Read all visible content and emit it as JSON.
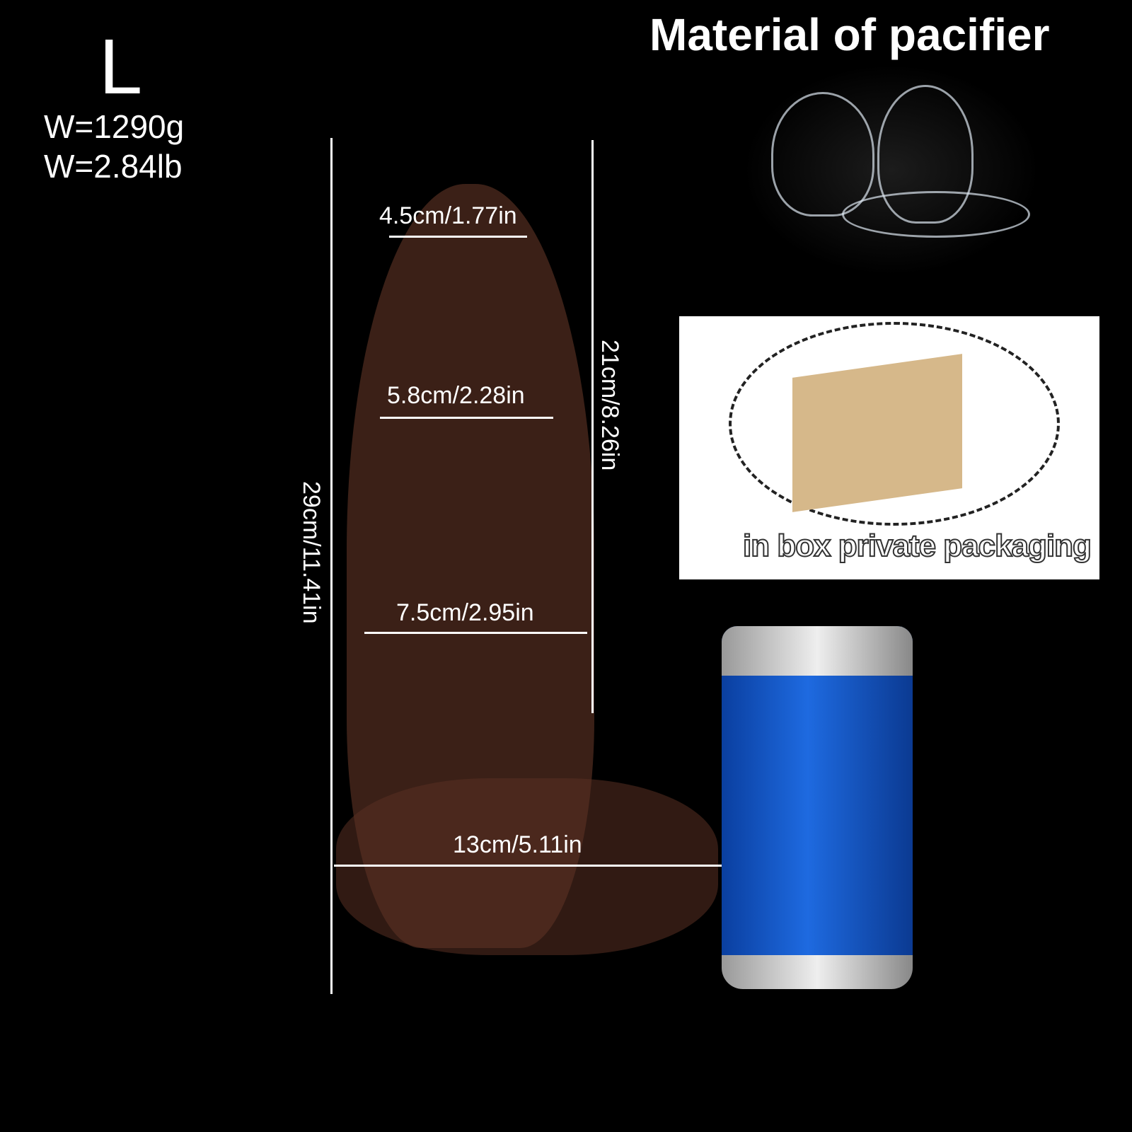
{
  "size_label": "L",
  "weight": {
    "grams": "W=1290g",
    "pounds": "W=2.84lb"
  },
  "material": {
    "title": "Material of pacifier"
  },
  "packaging": {
    "label": "in box private packaging"
  },
  "dimensions": {
    "total_length": "29cm/11.41in",
    "insertable_length": "21cm/8.26in",
    "tip_width": "4.5cm/1.77in",
    "upper_width": "5.8cm/2.28in",
    "mid_width": "7.5cm/2.95in",
    "base_width": "13cm/5.11in"
  },
  "reference_object": "beverage-can"
}
